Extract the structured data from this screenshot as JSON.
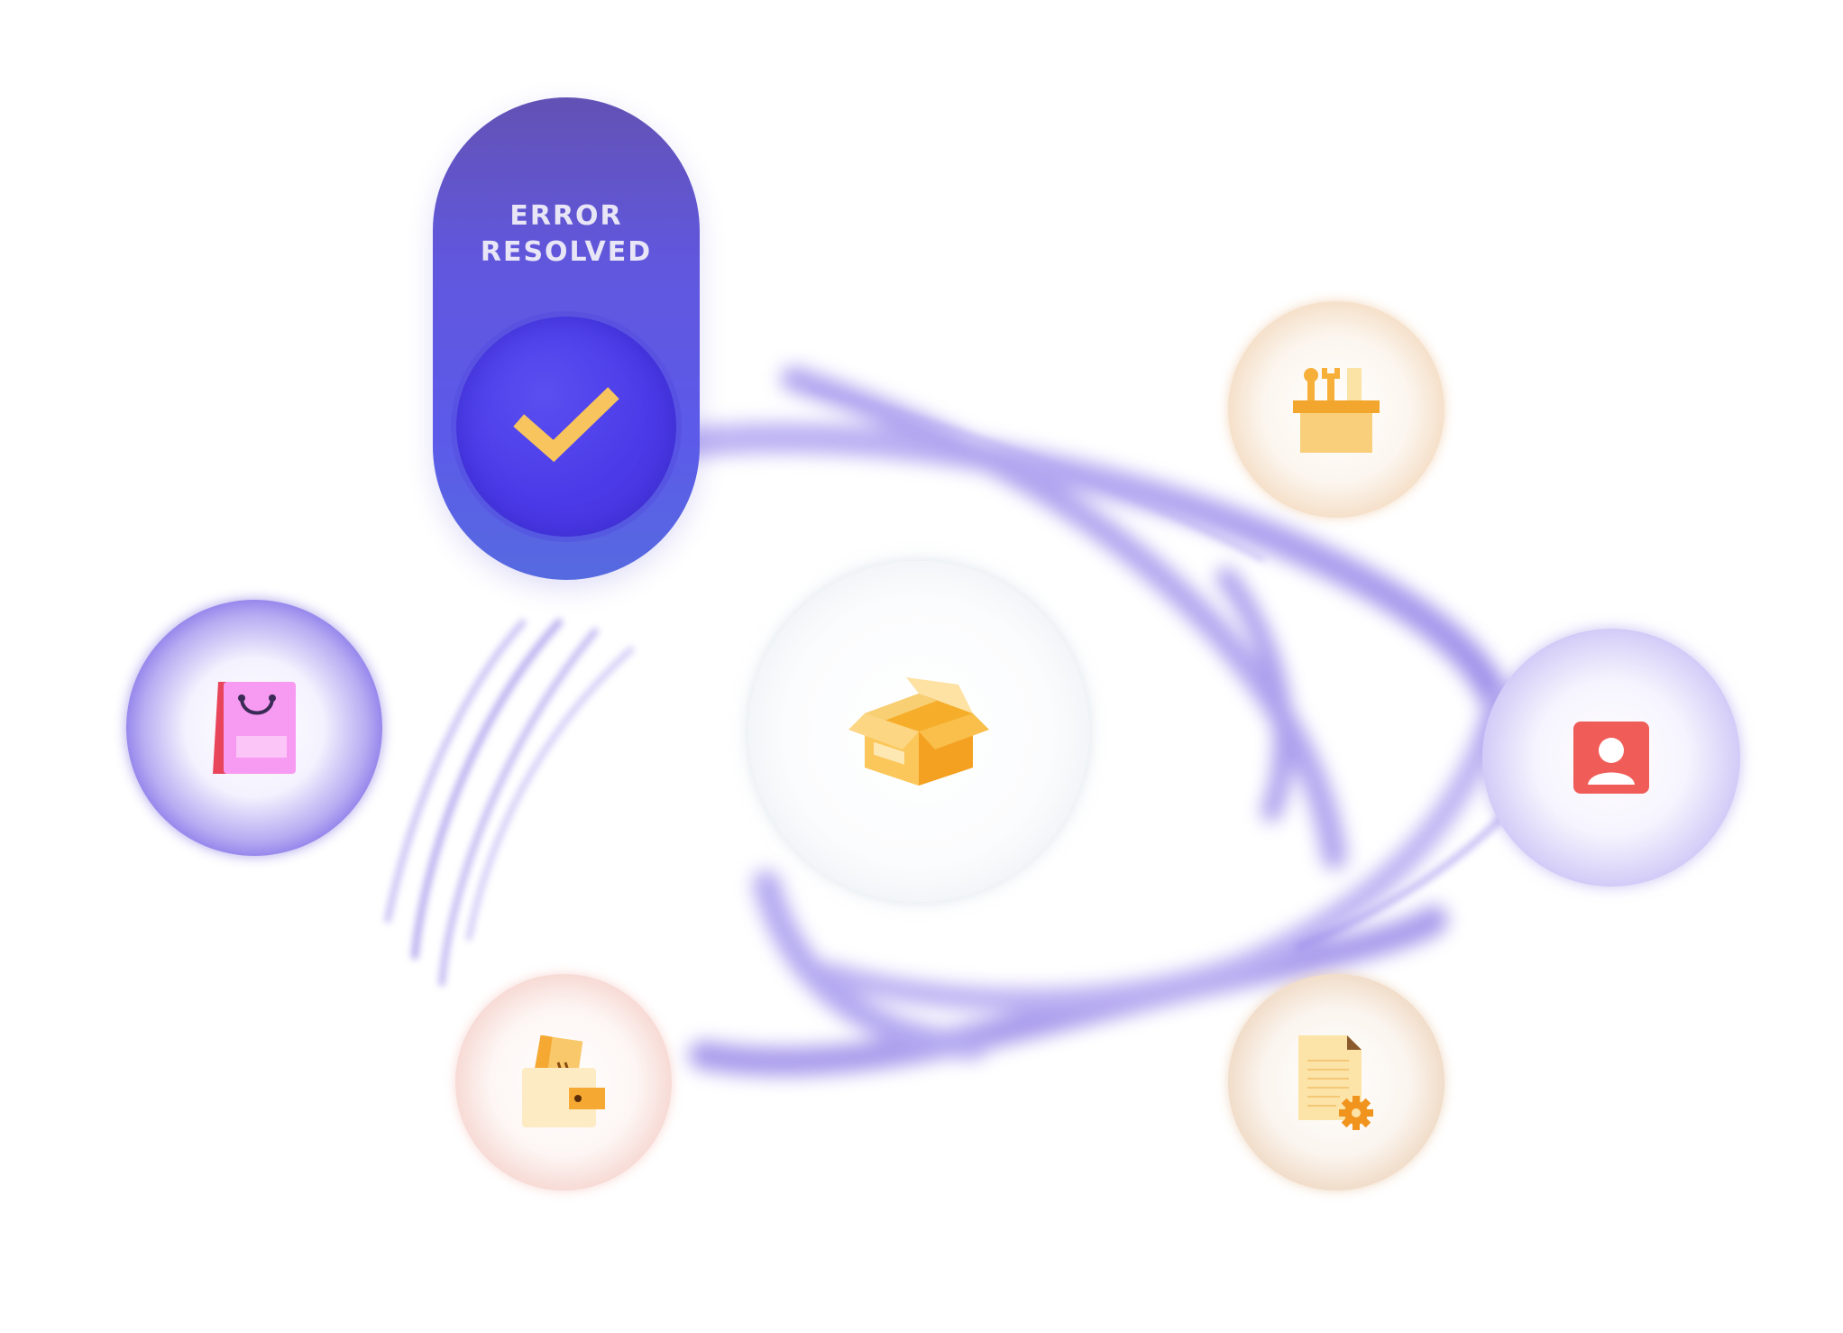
{
  "status_pill": {
    "label": "ERROR RESOLVED",
    "icon": "checkmark-icon"
  },
  "nodes": [
    {
      "name": "center-box-node",
      "icon": "open-box-icon"
    },
    {
      "name": "shopping-bag-node",
      "icon": "shopping-bag-icon"
    },
    {
      "name": "toolbox-node",
      "icon": "toolbox-icon"
    },
    {
      "name": "contact-node",
      "icon": "contact-card-icon"
    },
    {
      "name": "wallet-node",
      "icon": "wallet-icon"
    },
    {
      "name": "document-settings-node",
      "icon": "document-gear-icon"
    }
  ],
  "colors": {
    "pill_top": "#6252b5",
    "pill_bottom": "#566ae0",
    "check_circle": "#4b3ae8",
    "check_mark": "#f7c45d",
    "swirl": "#8f7de8",
    "box_orange": "#f6ad2a",
    "contact_red": "#f0605a",
    "bag_pink": "#f59af0"
  }
}
